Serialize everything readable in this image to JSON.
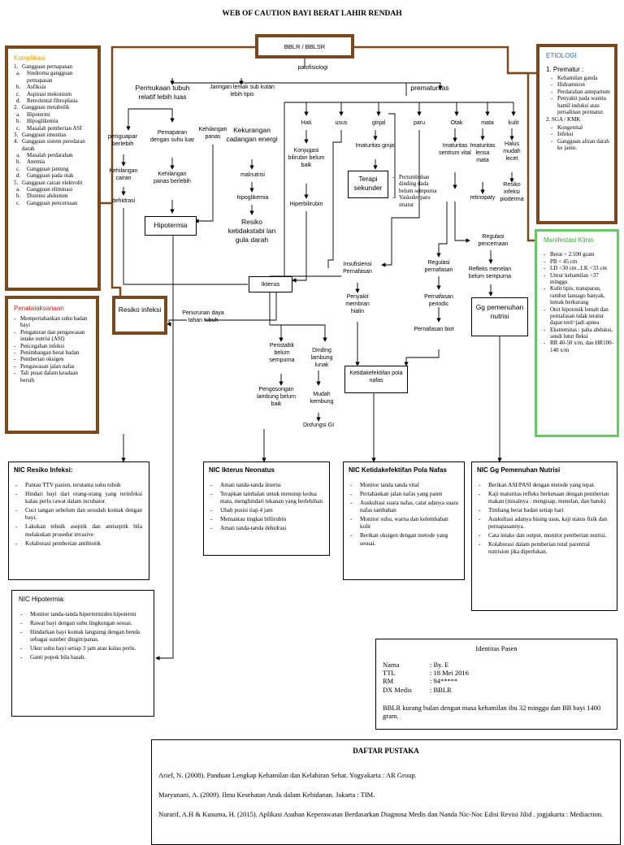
{
  "title": "WEB OF CAUTION BAYI BERAT LAHIR RENDAH",
  "nodes": {
    "bblr": "BBLR / BBLSR",
    "patofisiologi": "patofisiologi",
    "permukaan": "Permukaan tubuh relatif lebih luas",
    "jaringan": "Jaringan lemak sub kutan lebih tipis",
    "prematuritas": "prematuritas",
    "hati": "Hati",
    "usus": "usus",
    "ginjal": "ginjal",
    "paru": "paru",
    "otak": "Otak",
    "mata": "mata",
    "kulit": "kulit",
    "penguapan": "penguapar berlebih",
    "pemaparan": "Pemaparan dengan suhu luar",
    "kehilangan_cairan": "Kehilangan cairan",
    "kehilangan_panas2": "Kehilangan panas berlebih",
    "dehidrasi": "dehidrasi",
    "kehilangan_panas1": "Kehilangan panas",
    "kekurangan": "Kekurangan cadangan energi",
    "malnutrisi": "malnutrisi",
    "hipoglikemia": "hipoglikemia",
    "resiko_ketidakstabilan": "Resiko ketidakstabi lan gula darah",
    "hipotermia": "Hipotermia",
    "konjugasi": "Konjugasi bilirubin belum baik",
    "hiperbilirubin": "Hiperbilirubin",
    "imaturitas_ginjal": "Imaturitas ginjal",
    "terapi": "Terapi sekunder",
    "pertumbuhan": [
      "Pertumbuhan dinding dada belum sempurna",
      "Vaskuler paru imatur"
    ],
    "imaturitas_sentrum": "Imaturitas sentrum vital",
    "imaturitas_lensa": "Imaturitas lensa mata",
    "halus": "Halus mudah lecet",
    "retinopaty": "retinopaty",
    "resiko_infeksi_pioderma": "Resiko infeksi pioderma",
    "regulasi_pencernaan": "Regulasi pencernaan",
    "refleks": "Refleks menelan belum sempurna",
    "insufisiensi": "Insufisiensi Pernafasan",
    "penyakit_membran": "Penyakit membran hialin",
    "regulasi_pernafasan": "Regulasi pernafasan",
    "pernafasan_periodic": "Pernafasan periodic",
    "pernafasan_biot": "Pernafasan biot",
    "gg_nutrisi": "Gg pemenuhan nutrisi",
    "ikterus": "Ikterus",
    "resiko_infeksi": "Resiko infeksi",
    "penurunan": "Penurunan daya tahan tubuh",
    "peristaltik": "Peristaltik belum sempurna",
    "dinding": "Dinding lambung lunak",
    "pengosongan": "Pengosongan lambung belum baik",
    "mudah_kembung": "Mudah kembung",
    "disfungsi": "Disfungsi GI",
    "ketidakefektifan": "Ketidakefektifan pola nafas"
  },
  "komplikasi": {
    "heading": "Komplikasi",
    "items": [
      {
        "n": "1.",
        "text": "Gangguan pernapasan",
        "subs": [
          "Sindroma gangguan pernapasan",
          "Asfiksia",
          "Aspirasi mekonium",
          "Retrolental fibroplasia"
        ]
      },
      {
        "n": "2.",
        "text": "Gangguan metabolik",
        "subs": [
          "Hipotermi",
          "Hipoglikemia",
          "Masalah pemberian ASI"
        ]
      },
      {
        "n": "3.",
        "text": "Gangguan imunitas",
        "subs": []
      },
      {
        "n": "4.",
        "text": "Gangguan sistem peredaran darah",
        "subs": [
          "Masalah perdarahan",
          "Anemia",
          "Gangguan jantung",
          "Gangguan pada otak"
        ]
      },
      {
        "n": "5.",
        "text": "Gangguan cairan elektrolit",
        "subs": [
          "Gangguan eliminasi",
          "Distensi abdomen",
          "Gangguan pencernaan"
        ]
      }
    ],
    "letters": [
      "a.",
      "b.",
      "c.",
      "d."
    ]
  },
  "penatalaksanaan": {
    "heading": "Penatalaksanaan",
    "items": [
      "Mempertahankan suhu badan bayi",
      "Pengaturan dan pengawasan intake nutrisi (ASI)",
      "Pencegahan infeksi",
      "Penimbangan berat badan",
      "Pemberian oksigen",
      "Pengawasan jalan nafas",
      "Tali pusat dalam keadaan bersih"
    ]
  },
  "etiologi": {
    "heading": "ETIOLOGI",
    "prematur_label": "1. Prematur :",
    "prematur": [
      "Kehamilan ganda",
      "Hidramnion",
      "Perdarahan antepartum",
      "Penyakit pada wanita hamil induksi atau persalinan prematur."
    ],
    "sga_label": "2. SGA / KMK",
    "sga": [
      "Kongenital",
      "Infeksi",
      "Gangguan aliran darah ke janin."
    ]
  },
  "manifestasi": {
    "heading": "Manifestasi Klinis",
    "items": [
      "Berat < 2.500 gram",
      "PB < 45 cm",
      "LD <30 cm , LK <33 cm",
      "Umur kehamilan <37 minggu",
      "Kulit tipis, transparan, rambut lanuago banyak, lemak berkurang",
      "Otot hipotonik lemah dan pernafasan tidak teratur dapat terd=jadi apnea",
      "Ekstremitas : paha abduksi, sendi lutut fleksi",
      "RR 40-50 x/m, dan HR100-140 x/m"
    ]
  },
  "nic_infeksi": {
    "title": "NIC Resiko Infeksi:",
    "items": [
      "Pantau TTV pasien, terutama suhu tubuh",
      "Hindari bayi dari orang-orang yang terinfeksi kalau perlu rawat dalam incubator.",
      "Cuci tangan sebelum dan sesudah kontak dengan bayi.",
      "Lakukan tehnik aseptik dan antiseptik bila melakukan prosedur invasive",
      "Kolaborasi pemberian antibiotik"
    ]
  },
  "nic_ikterus": {
    "title": "NIC Ikterus Neonatus",
    "items": [
      "Amati tanda-tanda ikterus",
      "Terapkan tambalan untuk menutup kedua mata, menghindari tekanan yang berlebihan",
      "Ubah posisi tiap 4 jam",
      "Memantau tingkat billirubin",
      "Amati tanda-tanda dehidrasi"
    ]
  },
  "nic_nafas": {
    "title": "NIC Ketidakefektifan Pola Nafas",
    "items": [
      "Monitor tanda tanda vital",
      "Pertahankan jalan nafas yang paten",
      "Auskultasi suara nafas, catat adanya suara nafas tambahan",
      "Monitor suhu, warna dan kelembaban kulit",
      "Berikan oksigen dengan metode yang sesuai."
    ]
  },
  "nic_nutrisi": {
    "title": "NIC Gg Pemenuhan Nutrisi",
    "items": [
      "Berikan ASI/PASI dengan metode yang tepat.",
      "Kaji maturitas refleks berkenaan dengan pemberian makan (misalnya : mengisap, menelan, dan batuk)",
      "Timbang berat badan setiap hari",
      "Auskultasi adanya bising usus, kaji status fisik dan pernapasannya.",
      "Cata intake dan output, monitor pemberian nutrisi.",
      "Kolaborasi dalam pemberian total parentral nutrision jika diperlukan."
    ]
  },
  "nic_hipotermia": {
    "title": "NIC Hipotermia:",
    "items": [
      "Monitor tanda-tanda hipertermiden hipotermi",
      "Rawat bayi dengan suhu lingkungan sesuai.",
      "Hindarkan bayi kontak langsung dengan benda sebagai sumber dingin/panas.",
      "Ukur suhu bayi setiap 3 jam atau kalau perlu.",
      "Ganti popok bila basah."
    ]
  },
  "identitas": {
    "heading": "Identitas Pasen",
    "rows": [
      {
        "k": "Nama",
        "v": ": By. E"
      },
      {
        "k": "TTL",
        "v": ": 18 Mei  2016"
      },
      {
        "k": "RM",
        "v": ": 94*****"
      },
      {
        "k": "DX Medis",
        "v": ": BBLR"
      }
    ],
    "note": "BBLR kurang bulan dengan masa kehamilan ibu 32 minggu dan BB bayi 1400 gram."
  },
  "pustaka": {
    "heading": "DAFTAR PUSTAKA",
    "refs": [
      "Arief, N. (2008). Panduan Lengkap Kehamilan dan Kelahiran Sehat. Yogyakarta : AR Group.",
      "Maryunani, A. (2009). Ilmu Kesehatan Anak dalam Kebidanan. Jakarta : TIM.",
      "Nurarif, A.H & Kusuma, H. (2015). Aplikasi Asuhan Keperawatan Berdasarkan Diagnosa Medis dan Nanda Nic-Noc Edisi Revisi Jilid . jogjakarta : Mediaction."
    ]
  },
  "colors": {
    "brown": "#7a4a1e",
    "green": "#6dc46a",
    "komplikasi": "#e0a000",
    "penatalaksanaan": "#d21b1b",
    "etiologi": "#2f6fa8",
    "manifestasi": "#3aa63a"
  }
}
